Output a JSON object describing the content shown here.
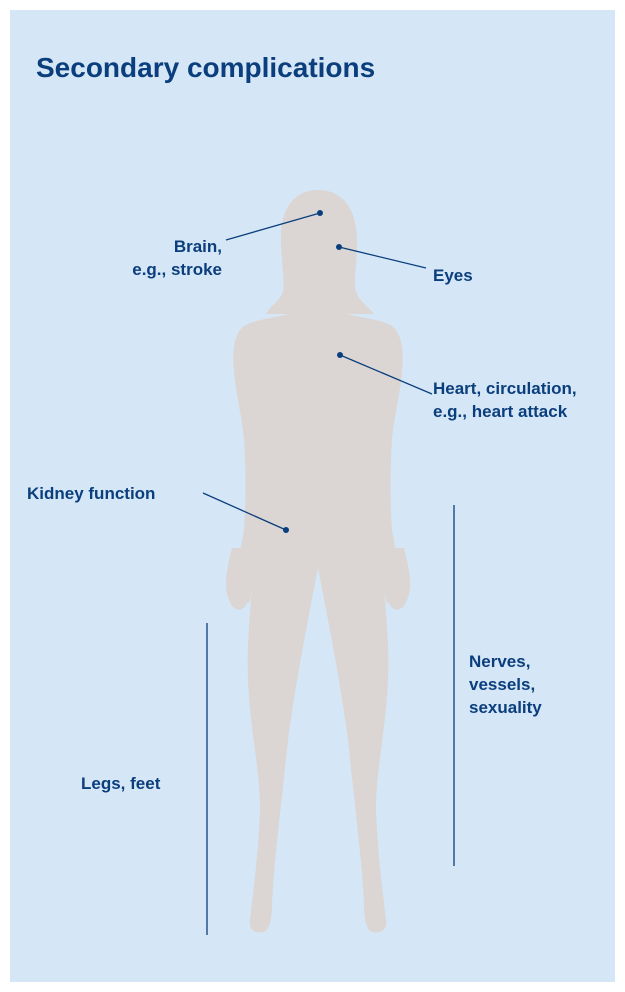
{
  "title": "Secondary complications",
  "colors": {
    "background": "#d5e7f6",
    "title_text": "#0b3e7d",
    "label_text": "#0b3e7d",
    "leader_lines": "#0b3e7d",
    "silhouette": "#dbd6d4"
  },
  "labels": {
    "brain": "Brain,\ne.g., stroke",
    "eyes": "Eyes",
    "heart": "Heart, circulation,\ne.g., heart attack",
    "kidney": "Kidney function",
    "nerves": "Nerves,\nvessels,\nsexuality",
    "legs": "Legs, feet"
  }
}
